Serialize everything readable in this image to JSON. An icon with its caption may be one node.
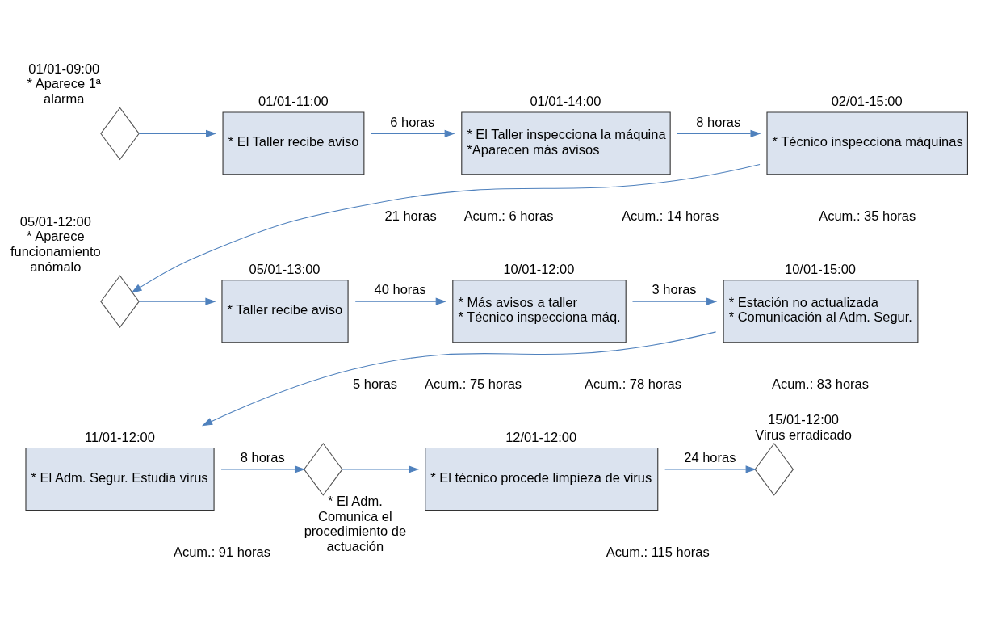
{
  "diagram": {
    "nodes": [
      {
        "text": [],
        "shape": "diamond",
        "beside": [
          "01/01-09:00",
          "* Aparece 1ª alarma"
        ]
      },
      {
        "text": [
          "01/01-11:00",
          "* El Taller recibe aviso"
        ]
      },
      {
        "text": [
          "01/01-14:00",
          "* El Taller inspecciona la máquina",
          "*Aparecen más avisos"
        ]
      },
      {
        "text": [
          "02/01-15:00",
          "* Técnico inspecciona máquinas"
        ]
      },
      {
        "text": [],
        "shape": "diamond",
        "beside": [
          "05/01-12:00",
          "* Aparece funcionamiento anómalo"
        ]
      },
      {
        "text": [
          "05/01-13:00",
          "* Taller recibe aviso"
        ]
      },
      {
        "text": [
          "10/01-12:00",
          "* Más avisos a taller",
          "* Técnico inspecciona máq."
        ]
      },
      {
        "text": [
          "10/01-15:00",
          "* Estación no actualizada",
          "* Comunicación al Adm. Segur."
        ]
      },
      {
        "text": [
          "11/01-12:00",
          "* El Adm. Segur. Estudia virus"
        ]
      },
      {
        "text": [],
        "shape": "diamond",
        "beside": [
          "* El Adm. Comunica el procedimiento de actuación"
        ]
      },
      {
        "text": [
          "12/01-12:00",
          "* El técnico procede limpieza de virus"
        ]
      },
      {
        "text": [],
        "shape": "diamond",
        "beside": [
          "15/01-12:00",
          "Virus erradicado"
        ]
      }
    ],
    "edges": [
      {
        "from": 0,
        "to": 1,
        "arrow": "to"
      },
      {
        "from": 1,
        "to": 2,
        "arrow": "to",
        "label": "6 horas"
      },
      {
        "from": 2,
        "to": 3,
        "arrow": "to",
        "label": "8 horas"
      },
      {
        "from": 3,
        "to": 4,
        "arrow": "to",
        "label": "21 horas"
      },
      {
        "from": 4,
        "to": 5,
        "arrow": "to"
      },
      {
        "from": 5,
        "to": 6,
        "arrow": "to",
        "label": "40 horas"
      },
      {
        "from": 6,
        "to": 7,
        "arrow": "to",
        "label": "3 horas"
      },
      {
        "from": 7,
        "to": 8,
        "arrow": "to",
        "label": "5 horas"
      },
      {
        "from": 8,
        "to": 9,
        "arrow": "to",
        "label": "8 horas"
      },
      {
        "from": 9,
        "to": 10,
        "arrow": "to"
      },
      {
        "from": 10,
        "to": 11,
        "arrow": "to",
        "label": "24 horas"
      }
    ],
    "labels": [
      "Acum.: 6 horas",
      "Acum.: 14 horas",
      "Acum.: 35 horas",
      "Acum.: 75 horas",
      "Acum.: 78 horas",
      "Acum.: 83 horas",
      "Acum.: 91 horas",
      "Acum.: 115 horas"
    ]
  }
}
